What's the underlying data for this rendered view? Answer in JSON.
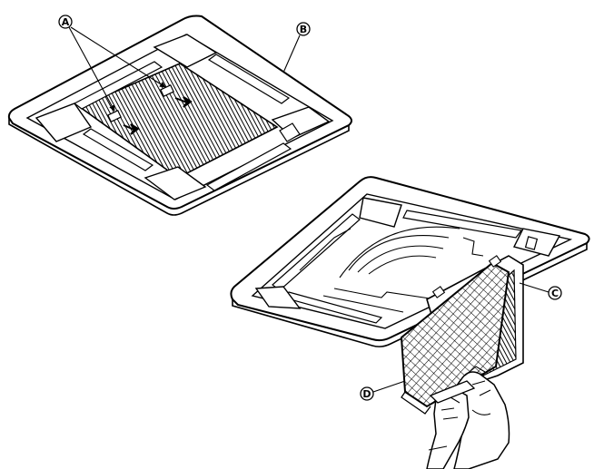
{
  "callouts": {
    "a": {
      "label": "A"
    },
    "b": {
      "label": "B"
    },
    "c": {
      "label": "C"
    },
    "d": {
      "label": "D"
    }
  },
  "colors": {
    "ink": "#000000",
    "paper": "#ffffff"
  }
}
